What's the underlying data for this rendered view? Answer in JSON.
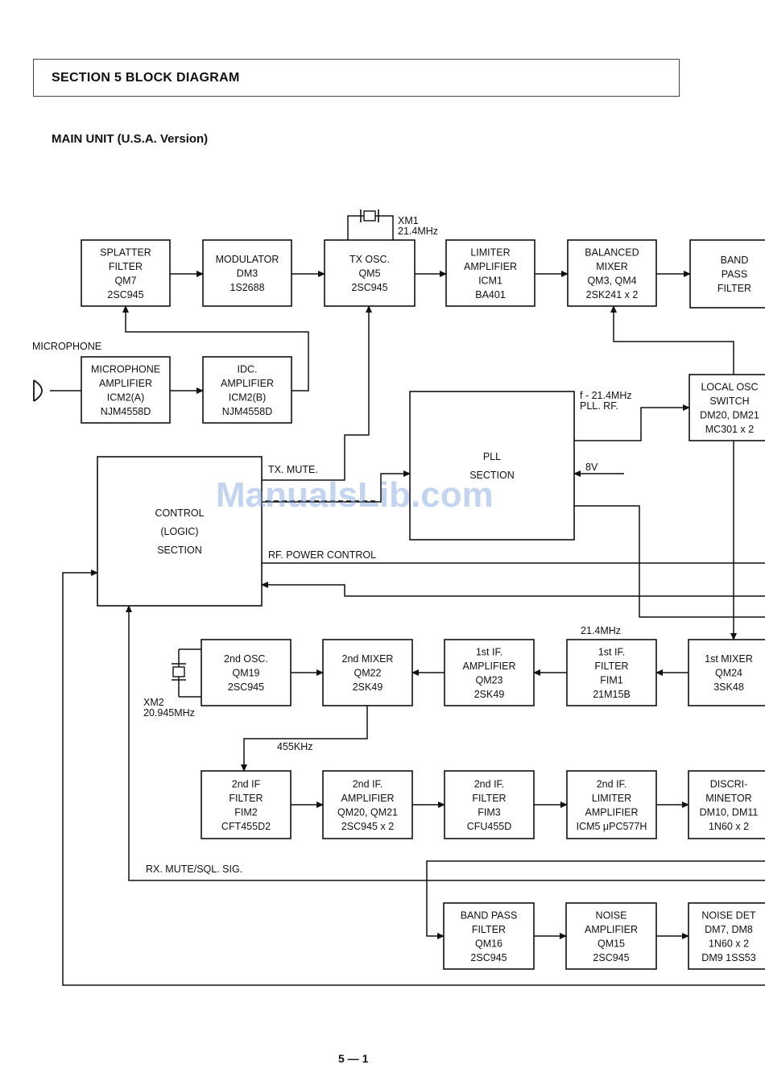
{
  "header": {
    "section_title": "SECTION  5  BLOCK DIAGRAM"
  },
  "subtitle": "MAIN UNIT (U.S.A. Version)",
  "footer": {
    "page_number": "5 — 1"
  },
  "watermark": "ManualsLib.com",
  "blocks": [
    {
      "id": "splatter",
      "lines": [
        "SPLATTER",
        "FILTER",
        "QM7",
        "2SC945"
      ]
    },
    {
      "id": "modulator",
      "lines": [
        "MODULATOR",
        "DM3",
        "1S2688"
      ]
    },
    {
      "id": "txosc",
      "lines": [
        "TX OSC.",
        "QM5",
        "2SC945"
      ]
    },
    {
      "id": "limamp",
      "lines": [
        "LIMITER",
        "AMPLIFIER",
        "ICM1",
        "BA401"
      ]
    },
    {
      "id": "balmix",
      "lines": [
        "BALANCED",
        "MIXER",
        "QM3, QM4",
        "2SK241 x 2"
      ]
    },
    {
      "id": "bpf1",
      "lines": [
        "BAND",
        "PASS",
        "FILTER"
      ]
    },
    {
      "id": "micamp",
      "lines": [
        "MICROPHONE",
        "AMPLIFIER",
        "ICM2(A)",
        "NJM4558D"
      ]
    },
    {
      "id": "idcamp",
      "lines": [
        "IDC.",
        "AMPLIFIER",
        "ICM2(B)",
        "NJM4558D"
      ]
    },
    {
      "id": "localosc",
      "lines": [
        "LOCAL OSC",
        "SWITCH",
        "DM20, DM21",
        "MC301 x 2"
      ]
    },
    {
      "id": "pll",
      "lines": [
        "PLL",
        "SECTION"
      ]
    },
    {
      "id": "control",
      "lines": [
        "CONTROL",
        "(LOGIC)",
        "SECTION"
      ]
    },
    {
      "id": "osc2",
      "lines": [
        "2nd OSC.",
        "QM19",
        "2SC945"
      ]
    },
    {
      "id": "mix2",
      "lines": [
        "2nd MIXER",
        "QM22",
        "2SK49"
      ]
    },
    {
      "id": "if1amp",
      "lines": [
        "1st IF.",
        "AMPLIFIER",
        "QM23",
        "2SK49"
      ]
    },
    {
      "id": "if1filter",
      "lines": [
        "1st IF.",
        "FILTER",
        "FIM1",
        "21M15B"
      ]
    },
    {
      "id": "mix1",
      "lines": [
        "1st MIXER",
        "QM24",
        "3SK48"
      ]
    },
    {
      "id": "if2filter",
      "lines": [
        "2nd IF",
        "FILTER",
        "FIM2",
        "CFT455D2"
      ]
    },
    {
      "id": "if2amp",
      "lines": [
        "2nd IF.",
        "AMPLIFIER",
        "QM20, QM21",
        "2SC945 x 2"
      ]
    },
    {
      "id": "if2filter2",
      "lines": [
        "2nd IF.",
        "FILTER",
        "FIM3",
        "CFU455D"
      ]
    },
    {
      "id": "if2lim",
      "lines": [
        "2nd IF.",
        "LIMITER",
        "AMPLIFIER",
        "ICM5 μPC577H"
      ]
    },
    {
      "id": "discri",
      "lines": [
        "DISCRI-",
        "MINETOR",
        "DM10, DM11",
        "1N60 x 2"
      ]
    },
    {
      "id": "bpf2",
      "lines": [
        "BAND PASS",
        "FILTER",
        "QM16",
        "2SC945"
      ]
    },
    {
      "id": "noiseamp",
      "lines": [
        "NOISE",
        "AMPLIFIER",
        "QM15",
        "2SC945"
      ]
    },
    {
      "id": "noisedet",
      "lines": [
        "NOISE DET",
        "DM7, DM8",
        "1N60 x 2",
        "DM9 1SS53"
      ]
    }
  ],
  "labels": [
    {
      "id": "xm1",
      "lines": [
        "XM1",
        "21.4MHz"
      ]
    },
    {
      "id": "microphone",
      "lines": [
        "MICROPHONE"
      ]
    },
    {
      "id": "pll_rf",
      "lines": [
        "f - 21.4MHz",
        "PLL. RF."
      ]
    },
    {
      "id": "v8",
      "lines": [
        "8V"
      ]
    },
    {
      "id": "txmute",
      "lines": [
        "TX. MUTE."
      ]
    },
    {
      "id": "rfpower",
      "lines": [
        "RF. POWER CONTROL"
      ]
    },
    {
      "id": "f214",
      "lines": [
        "21.4MHz"
      ]
    },
    {
      "id": "xm2",
      "lines": [
        "XM2",
        "20.945MHz"
      ]
    },
    {
      "id": "f455",
      "lines": [
        "455KHz"
      ]
    },
    {
      "id": "rxmute",
      "lines": [
        "RX. MUTE/SQL. SIG."
      ]
    }
  ]
}
